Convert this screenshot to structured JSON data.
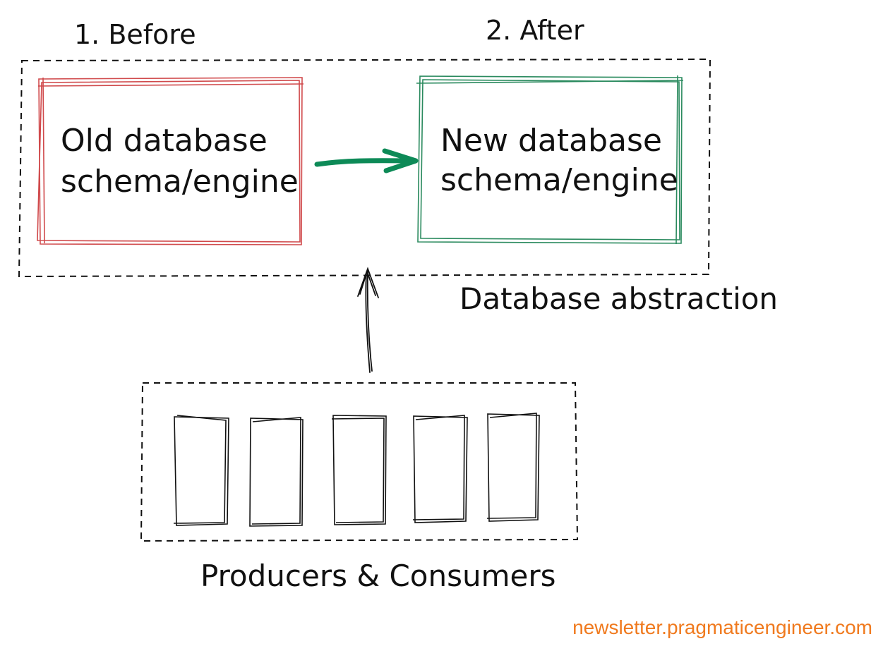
{
  "labels": {
    "before": "1. Before",
    "after": "2. After",
    "old_line1": "Old database",
    "old_line2": "schema/engine",
    "new_line1": "New database",
    "new_line2": "schema/engine",
    "abstraction": "Database abstraction",
    "producers": "Producers & Consumers"
  },
  "footer": {
    "source": "newsletter.pragmaticengineer.com"
  },
  "colors": {
    "old_box": "#d0494b",
    "new_box": "#2a8a5e",
    "arrow_green": "#0d8a57",
    "ink": "#111111",
    "footer_text": "#f07a1e"
  }
}
